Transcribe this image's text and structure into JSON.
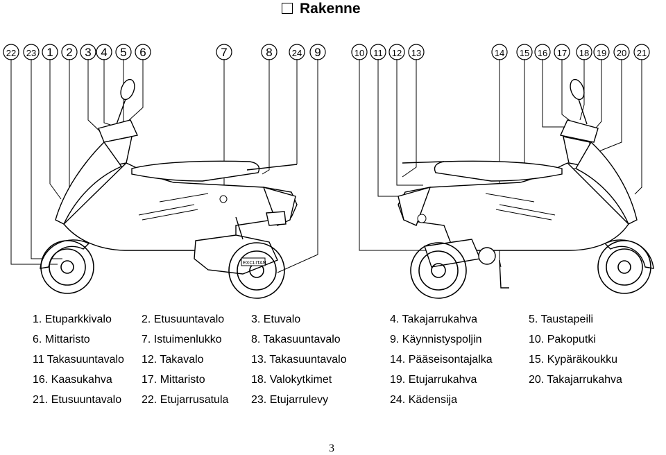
{
  "header": {
    "title": "Rakenne"
  },
  "callouts": [
    "22",
    "23",
    "1",
    "2",
    "3",
    "4",
    "5",
    "6",
    "7",
    "8",
    "24",
    "9",
    "10",
    "11",
    "12",
    "13",
    "14",
    "15",
    "16",
    "17",
    "18",
    "19",
    "20",
    "21"
  ],
  "legend": [
    "1. Etuparkkivalo",
    "2. Etusuuntavalo",
    "3. Etuvalo",
    "4. Takajarrukahva",
    "5. Taustapeili",
    "6. Mittaristo",
    "7. Istuimenlukko",
    "8. Takasuuntavalo",
    "9. Käynnistyspoljin",
    "10. Pakoputki",
    "11 Takasuuntavalo",
    "12. Takavalo",
    "13. Takasuuntavalo",
    "14. Pääseisontajalka",
    "15. Kypäräkoukku",
    "16. Kaasukahva",
    "17. Mittaristo",
    "18. Valokytkimet",
    "19. Etujarrukahva",
    "20. Takajarrukahva",
    "21. Etusuuntavalo",
    "22. Etujarrusatula",
    "23. Etujarrulevy",
    "24. Kädensija"
  ],
  "diagram": {
    "engine_badge": "EXCLITAN"
  },
  "footer": {
    "page_number": "3"
  }
}
